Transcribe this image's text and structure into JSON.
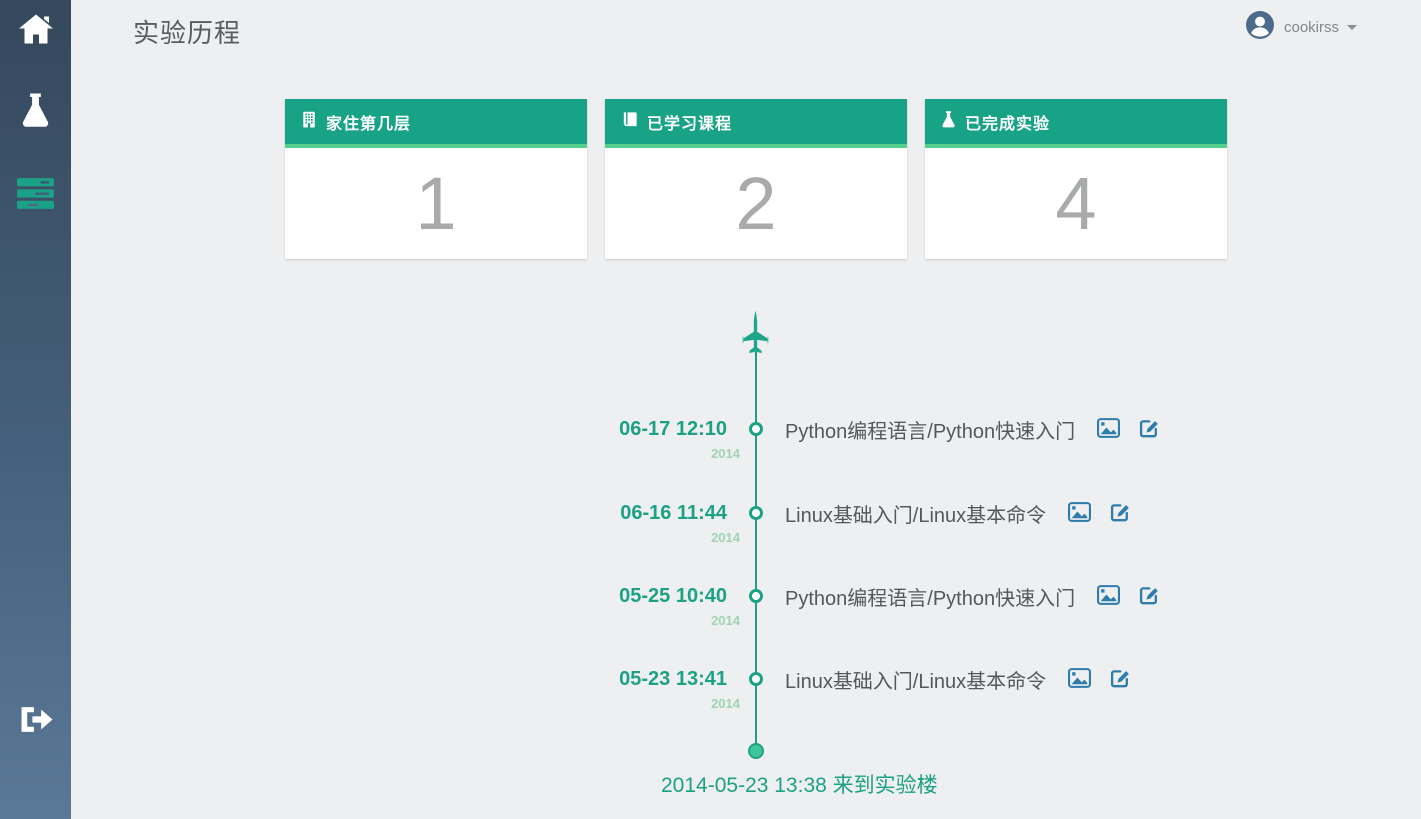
{
  "header": {
    "title": "实验历程",
    "user": {
      "name": "cookirss"
    }
  },
  "sidebar": {
    "items": [
      {
        "id": "home",
        "icon": "home-icon"
      },
      {
        "id": "experiments",
        "icon": "flask-icon"
      },
      {
        "id": "timeline",
        "icon": "list-icon",
        "active": true
      }
    ],
    "logout": {
      "icon": "sign-out-icon"
    }
  },
  "stats": {
    "cards": [
      {
        "icon": "building-icon",
        "label": "家住第几层",
        "value": "1"
      },
      {
        "icon": "book-icon",
        "label": "已学习课程",
        "value": "2"
      },
      {
        "icon": "flask-icon",
        "label": "已完成实验",
        "value": "4"
      }
    ]
  },
  "timeline": {
    "entries": [
      {
        "date": "06-17 12:10",
        "year": "2014",
        "title": "Python编程语言/Python快速入门"
      },
      {
        "date": "06-16 11:44",
        "year": "2014",
        "title": "Linux基础入门/Linux基本命令"
      },
      {
        "date": "05-25 10:40",
        "year": "2014",
        "title": "Python编程语言/Python快速入门"
      },
      {
        "date": "05-23 13:41",
        "year": "2014",
        "title": "Linux基础入门/Linux基本命令"
      }
    ],
    "origin_label": "2014-05-23 13:38 来到实验楼"
  },
  "colors": {
    "brand_green": "#18a286",
    "header_strip_green": "#56cf8c",
    "timeline_green": "#1da184",
    "year_light_green": "#9ed4b2",
    "end_node_fill": "#3fc79c",
    "action_icon_blue": "#2d7cab",
    "sidebar_gradient_top": "#35485c",
    "sidebar_gradient_bottom": "#5a7897",
    "page_background": "#eeeff1",
    "stat_number_gray": "#a8aaac"
  }
}
